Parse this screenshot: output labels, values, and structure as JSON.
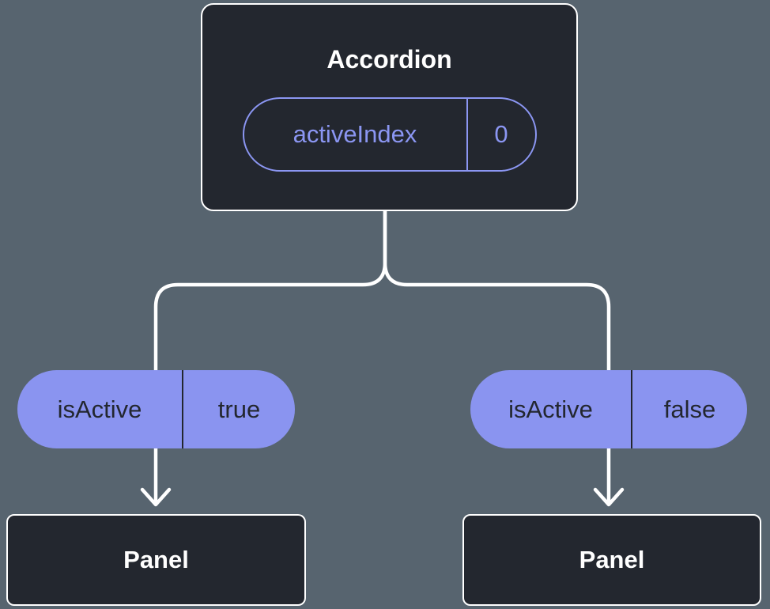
{
  "diagram": {
    "root": {
      "title": "Accordion",
      "prop_name": "activeIndex",
      "prop_value": "0"
    },
    "branches": [
      {
        "prop_name": "isActive",
        "prop_value": "true",
        "child_label": "Panel"
      },
      {
        "prop_name": "isActive",
        "prop_value": "false",
        "child_label": "Panel"
      }
    ],
    "colors": {
      "background": "#57646F",
      "node_background": "#23272F",
      "node_border": "#FFFFFF",
      "accent_lavender": "#8B96F2",
      "pill_fill": "#8A94F0",
      "connector": "#FFFFFF",
      "text_light": "#FFFFFF",
      "text_dark": "#23272F"
    }
  }
}
